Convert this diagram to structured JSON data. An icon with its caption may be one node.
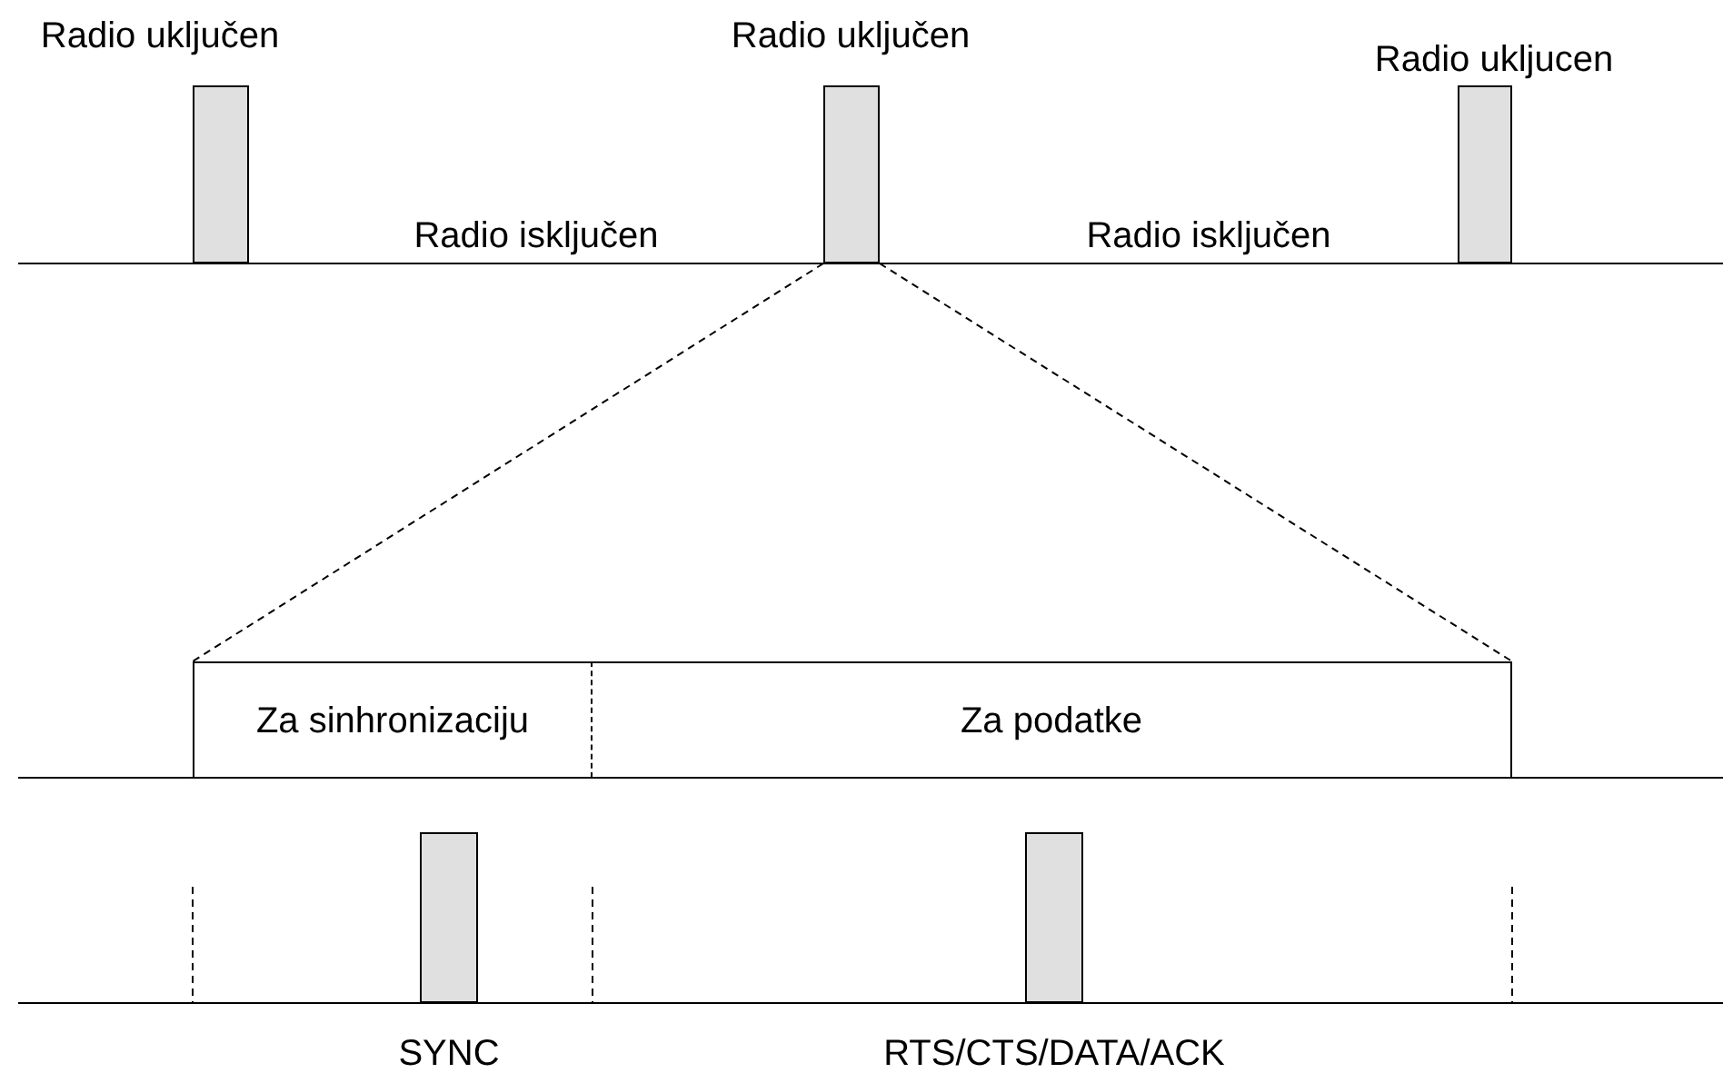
{
  "diagram": {
    "nodes": [
      {
        "text": [],
        "shape": "bar",
        "beside": [
          "Radio uključen"
        ]
      },
      {
        "text": [],
        "shape": "bar",
        "beside": [
          "Radio uključen"
        ]
      },
      {
        "text": [],
        "shape": "bar",
        "beside": [
          "Radio ukljucen"
        ]
      },
      {
        "text": [
          "Za sinhronizaciju"
        ]
      },
      {
        "text": [
          "Za podatke"
        ]
      },
      {
        "text": [],
        "shape": "bar",
        "beside": [
          "SYNC"
        ]
      },
      {
        "text": [],
        "shape": "bar",
        "beside": [
          "RTS/CTS/DATA/ACK"
        ]
      }
    ],
    "edges": [
      {
        "from": 1,
        "to": 3,
        "arrow": "none",
        "style": "dashed"
      },
      {
        "from": 1,
        "to": 4,
        "arrow": "none",
        "style": "dashed"
      }
    ],
    "labels": [
      "Radio isključen",
      "Radio isključen"
    ]
  }
}
